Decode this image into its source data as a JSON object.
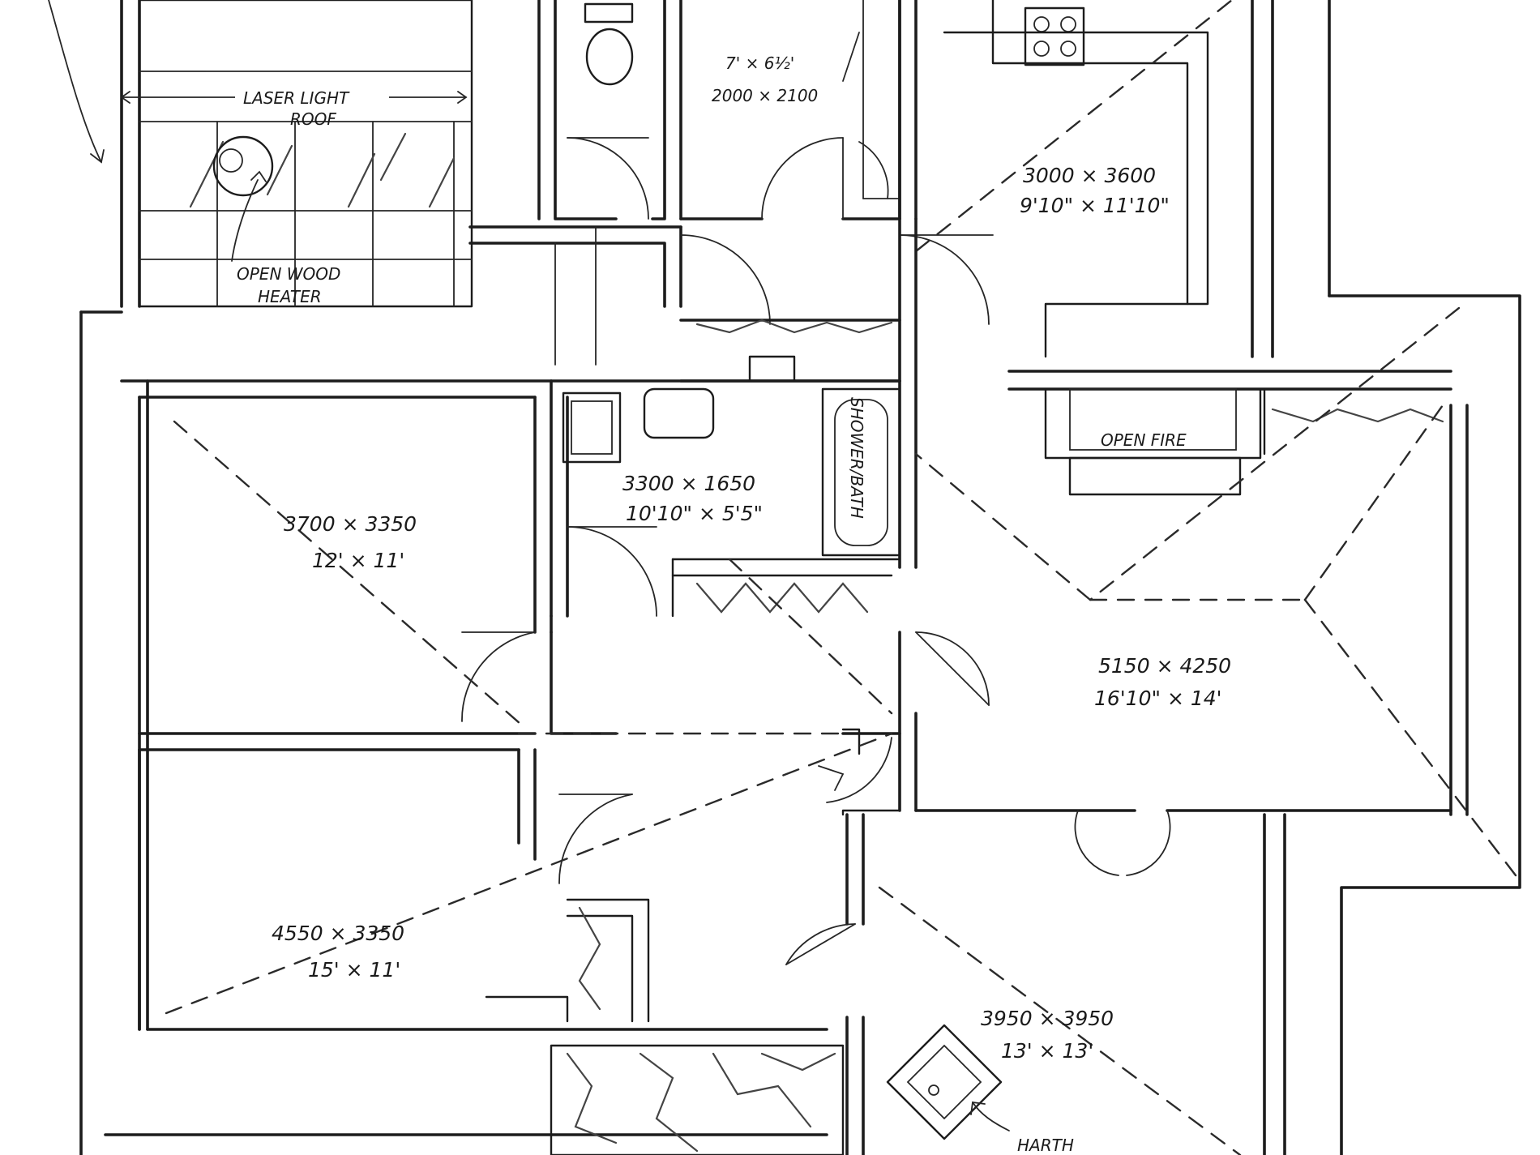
{
  "rooms": {
    "kitchen_dim_mm": "3000 × 3600",
    "kitchen_dim_ft": "9'10\" × 11'10\"",
    "laundry_dim_ft": "7' × 6½'",
    "laundry_dim_mm": "2000 × 2100",
    "bathroom_dim_mm": "3300 × 1650",
    "bathroom_dim_ft": "10'10\" × 5'5\"",
    "bedroom1_dim_mm": "3700 × 3350",
    "bedroom1_dim_ft": "12' × 11'",
    "bedroom2_dim_mm": "4550 × 3350",
    "bedroom2_dim_ft": "15' × 11'",
    "living_dim_mm": "5150 × 4250",
    "living_dim_ft": "16'10\" × 14'",
    "dining_dim_mm": "3950 × 3950",
    "dining_dim_ft": "13' × 13'"
  },
  "labels": {
    "laser_light": "LASER LIGHT",
    "roof": "ROOF",
    "open_wood": "OPEN WOOD",
    "heater": "HEATER",
    "shower_bath": "SHOWER/BATH",
    "open_fire": "OPEN FIRE",
    "hearth": "HARTH"
  }
}
